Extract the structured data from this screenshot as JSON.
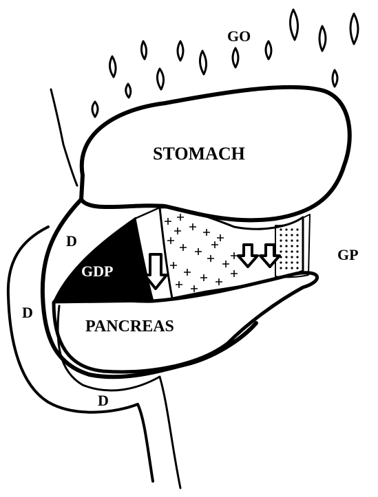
{
  "labels": {
    "go": "GO",
    "stomach": "STOMACH",
    "gp": "GP",
    "gdp": "GDP",
    "pancreas": "PANCREAS",
    "d_upper": "D",
    "d_left": "D",
    "d_lower": "D"
  },
  "colors": {
    "ink": "#000000",
    "paper": "#ffffff",
    "label_on_dark": "#ffffff"
  },
  "icons": [
    "arrow-down-icon",
    "arrow-down-icon",
    "arrow-down-icon"
  ]
}
